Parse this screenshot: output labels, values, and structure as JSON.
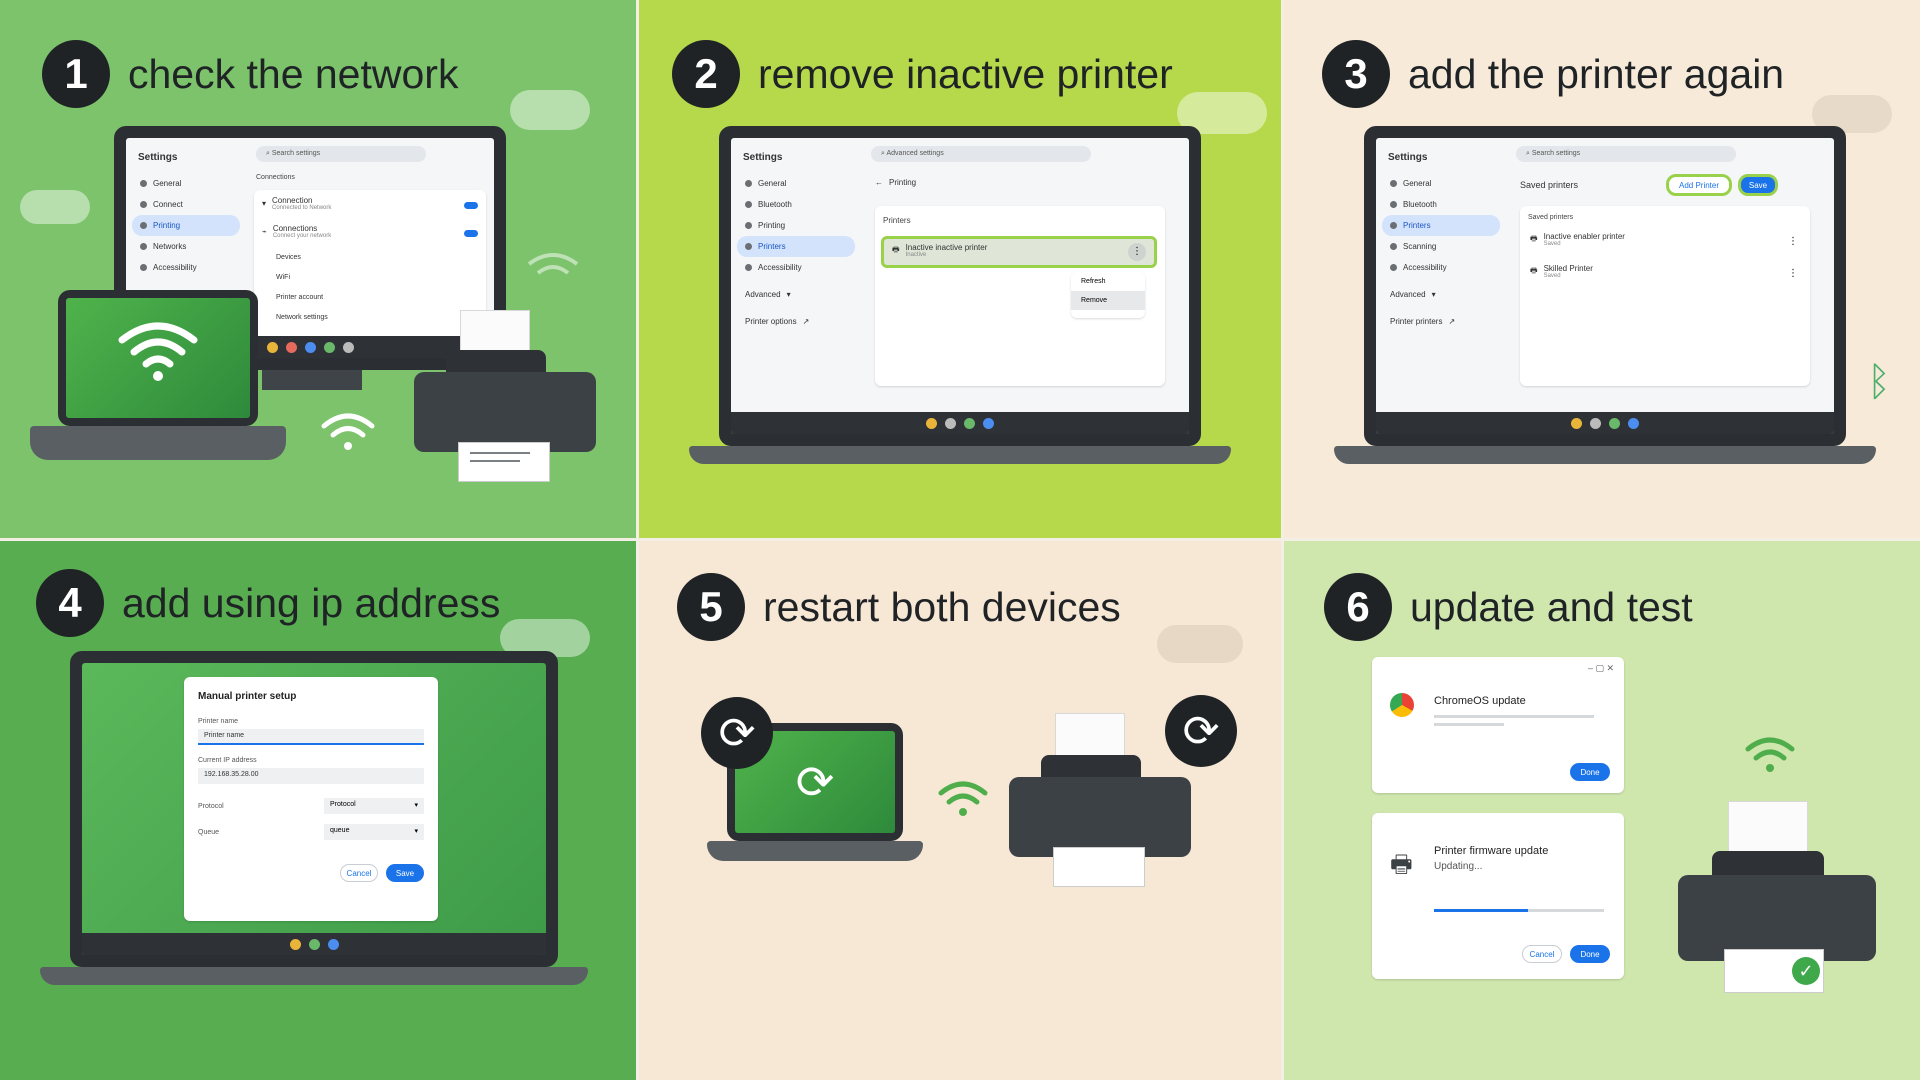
{
  "steps": [
    {
      "num": "1",
      "title": "check the network"
    },
    {
      "num": "2",
      "title": "remove inactive printer"
    },
    {
      "num": "3",
      "title": "add the printer again"
    },
    {
      "num": "4",
      "title": "add using ip address"
    },
    {
      "num": "5",
      "title": "restart both devices"
    },
    {
      "num": "6",
      "title": "update and test"
    }
  ],
  "panel1": {
    "settings_title": "Settings",
    "search_placeholder": "Search settings",
    "sidebar": [
      "General",
      "Connect",
      "Printing",
      "Networks",
      "Accessibility"
    ],
    "section_label": "Connections",
    "rows": [
      {
        "label": "Connection",
        "sub": "Connected to Network"
      },
      {
        "label": "Connections",
        "sub": "Connect your network"
      },
      {
        "label": "Devices"
      },
      {
        "label": "WiFi"
      },
      {
        "label": "Printer account"
      },
      {
        "label": "Network settings"
      }
    ]
  },
  "panel2": {
    "settings_title": "Settings",
    "search_placeholder": "Advanced settings",
    "sidebar": [
      "General",
      "Bluetooth",
      "Printing",
      "Printers",
      "Accessibility",
      "Advanced",
      "Printer options"
    ],
    "crumb": "Printing",
    "card_title": "Printers",
    "printer_name": "Inactive inactive printer",
    "printer_sub": "Inactive",
    "menu": [
      "Refresh",
      "Remove"
    ]
  },
  "panel3": {
    "settings_title": "Settings",
    "search_placeholder": "Search settings",
    "sidebar": [
      "General",
      "Bluetooth",
      "Printers",
      "Scanning",
      "Accessibility",
      "Advanced",
      "Printer printers"
    ],
    "section_title": "Saved printers",
    "add_button": "Add Printer",
    "save_button": "Save",
    "card_title": "Saved printers",
    "printers": [
      {
        "name": "Inactive enabler printer",
        "sub": "Saved"
      },
      {
        "name": "Skilled Printer",
        "sub": "Saved"
      }
    ]
  },
  "panel4": {
    "dialog_title": "Manual printer setup",
    "name_label": "Printer name",
    "name_value": "Printer name",
    "ip_label": "Current IP address",
    "ip_value": "192.168.35.28.00",
    "protocol_label": "Protocol",
    "protocol_value": "Protocol",
    "queue_label": "Queue",
    "queue_value": "queue",
    "cancel": "Cancel",
    "save": "Save"
  },
  "panel6": {
    "update_title": "ChromeOS update",
    "update_button": "Done",
    "firmware_title": "Printer firmware update",
    "firmware_status": "Updating...",
    "firmware_progress": 0.55,
    "cancel": "Cancel",
    "done": "Done"
  },
  "colors": {
    "accent": "#1a73e8",
    "dark": "#1f2326",
    "highlight": "#9ad14b"
  }
}
